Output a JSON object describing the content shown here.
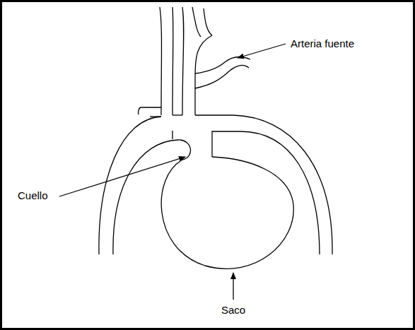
{
  "diagram": {
    "labels": [
      "Arteria fuente",
      "Cuello",
      "Saco"
    ]
  }
}
